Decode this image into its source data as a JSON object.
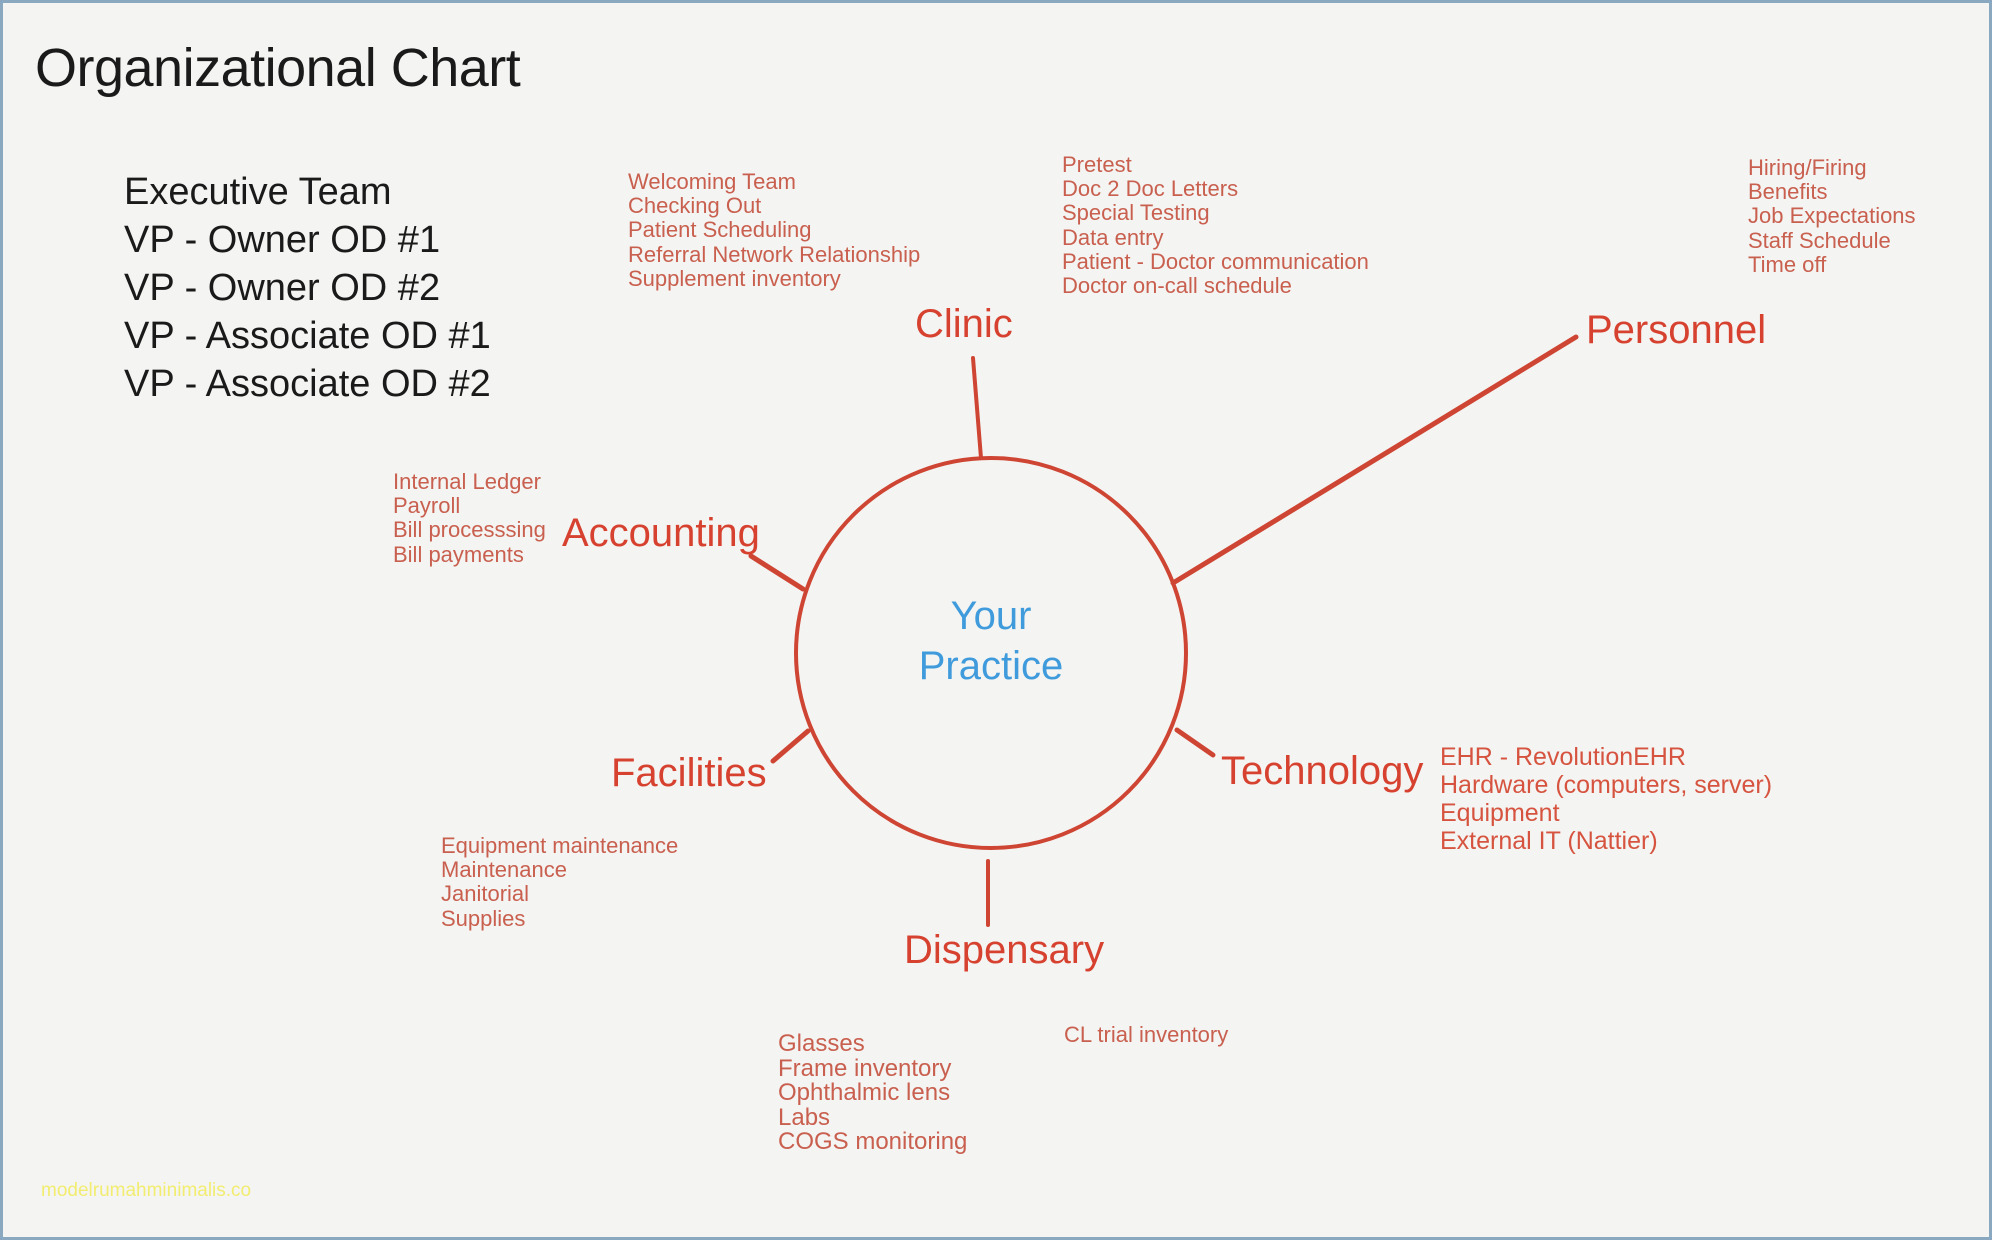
{
  "page": {
    "title": "Organizational Chart",
    "background_color": "#f4f4f2",
    "border_color": "#8aa8c0",
    "accent_color": "#d6422f",
    "detail_text_color": "#c9604f",
    "center_text_color": "#3f9bdc",
    "watermark": "modelrumahminimalis.co"
  },
  "executive_team": {
    "heading": "Executive Team",
    "members": [
      "VP - Owner OD #1",
      "VP - Owner OD #2",
      "VP - Associate OD #1",
      "VP - Associate OD #2"
    ]
  },
  "chart_data": {
    "type": "diagram",
    "layout": "radial-mind-map",
    "title": "Organizational Chart",
    "center": {
      "label_line1": "Your",
      "label_line2": "Practice"
    },
    "branches": [
      {
        "name": "Clinic",
        "position": "top",
        "items": [
          "Welcoming Team",
          "Checking Out",
          "Patient Scheduling",
          "Referral Network Relationship",
          "Supplement inventory"
        ],
        "items_secondary": [
          "Pretest",
          "Doc 2 Doc Letters",
          "Special Testing",
          "Data entry",
          "Patient - Doctor communication",
          "Doctor on-call schedule"
        ]
      },
      {
        "name": "Personnel",
        "position": "top-right",
        "items": [
          "Hiring/Firing",
          "Benefits",
          "Job Expectations",
          "Staff Schedule",
          "Time off"
        ]
      },
      {
        "name": "Accounting",
        "position": "left",
        "items": [
          "Internal Ledger",
          "Payroll",
          "Bill processsing",
          "Bill payments"
        ]
      },
      {
        "name": "Facilities",
        "position": "bottom-left",
        "items": [
          "Equipment maintenance",
          "Maintenance",
          "Janitorial",
          "Supplies"
        ]
      },
      {
        "name": "Technology",
        "position": "right",
        "items": [
          "EHR - RevolutionEHR",
          "Hardware (computers, server)",
          "Equipment",
          "External IT (Nattier)"
        ]
      },
      {
        "name": "Dispensary",
        "position": "bottom",
        "items": [
          "Glasses",
          "Frame inventory",
          "Ophthalmic lens",
          "Labs",
          "COGS monitoring"
        ],
        "items_secondary": [
          "CL trial inventory"
        ]
      }
    ]
  }
}
